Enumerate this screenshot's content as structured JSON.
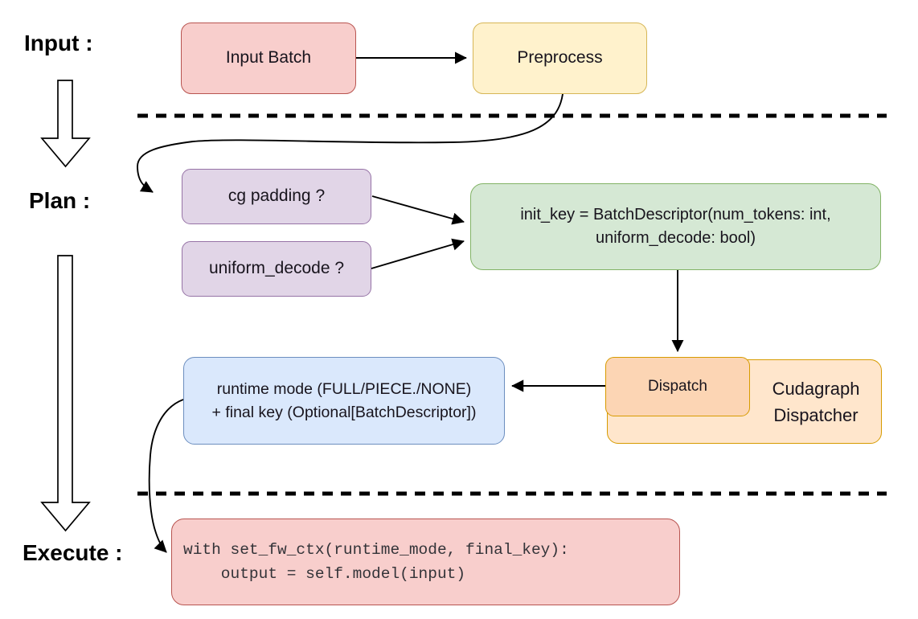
{
  "diagram": {
    "stage_labels": {
      "input": "Input :",
      "plan": "Plan :",
      "execute": "Execute :"
    },
    "nodes": {
      "input_batch": {
        "label": "Input Batch",
        "fill": "#f8cecc",
        "stroke": "#b85450"
      },
      "preprocess": {
        "label": "Preprocess",
        "fill": "#fff2cc",
        "stroke": "#d6b656"
      },
      "cg_padding": {
        "label": "cg padding ?",
        "fill": "#e1d5e7",
        "stroke": "#9673a6"
      },
      "uniform_decode": {
        "label": "uniform_decode ?",
        "fill": "#e1d5e7",
        "stroke": "#9673a6"
      },
      "init_key": {
        "line1": "init_key = BatchDescriptor(num_tokens: int,",
        "line2": "uniform_decode: bool)",
        "fill": "#d5e8d4",
        "stroke": "#82b366"
      },
      "runtime_result": {
        "line1": "runtime mode (FULL/PIECE./NONE)",
        "line2": "+ final key (Optional[BatchDescriptor])",
        "fill": "#dae8fc",
        "stroke": "#6c8ebf"
      },
      "dispatch": {
        "label": "Dispatch",
        "fill": "#fcd5b4",
        "stroke": "#d79b00"
      },
      "cudagraph_dispatcher": {
        "line1": "Cudagraph",
        "line2": "Dispatcher",
        "fill": "#ffe6cc",
        "stroke": "#d79b00"
      },
      "execute_code": {
        "line1": "with set_fw_ctx(runtime_mode, final_key):",
        "line2": "    output = self.model(input)",
        "fill": "#f8cecc",
        "stroke": "#b85450"
      }
    },
    "wire_color": "#000000",
    "divider_color": "#000000"
  }
}
